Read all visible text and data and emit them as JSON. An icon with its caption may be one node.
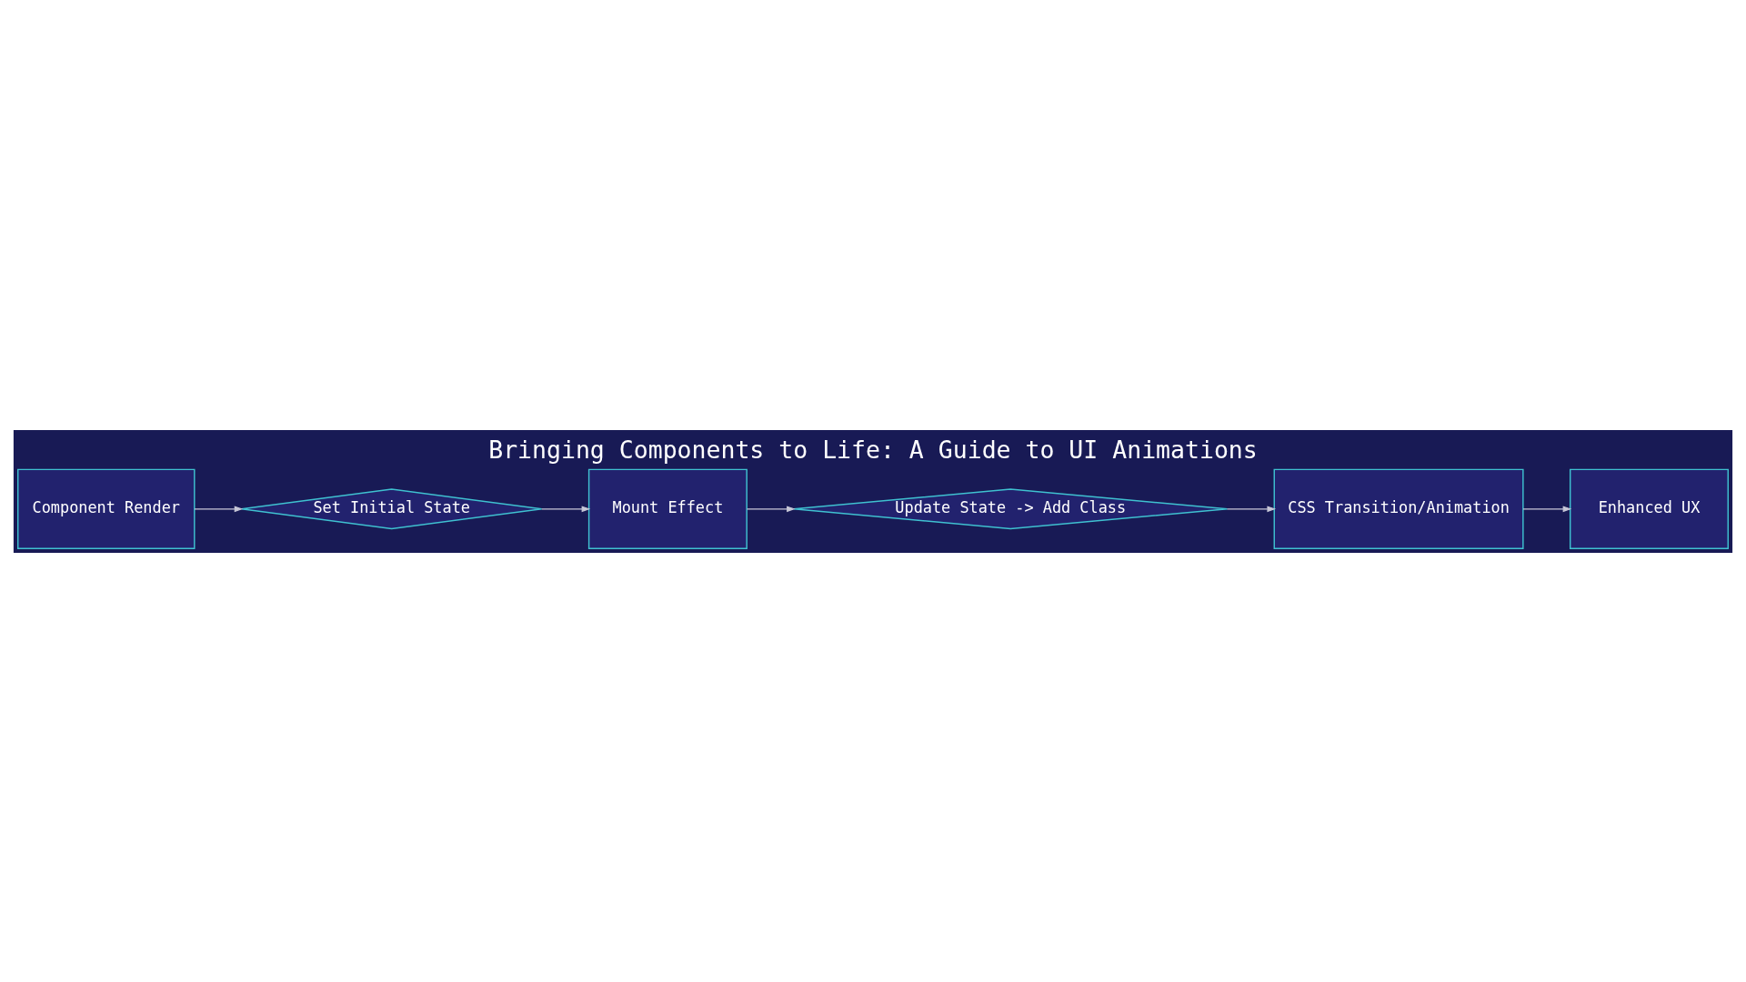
{
  "diagram": {
    "title": "Bringing Components to Life: A Guide to UI Animations",
    "nodes": [
      {
        "text": [
          "Component Render"
        ]
      },
      {
        "text": [
          "Set Initial State"
        ]
      },
      {
        "text": [
          "Mount Effect"
        ]
      },
      {
        "text": [
          "Update State -> Add Class"
        ]
      },
      {
        "text": [
          "CSS Transition/Animation"
        ]
      },
      {
        "text": [
          "Enhanced UX"
        ]
      }
    ],
    "edges": [
      {
        "from": 0,
        "to": 1,
        "arrow": "to"
      },
      {
        "from": 1,
        "to": 2,
        "arrow": "to"
      },
      {
        "from": 2,
        "to": 3,
        "arrow": "to"
      },
      {
        "from": 3,
        "to": 4,
        "arrow": "to"
      },
      {
        "from": 4,
        "to": 5,
        "arrow": "to"
      }
    ]
  }
}
